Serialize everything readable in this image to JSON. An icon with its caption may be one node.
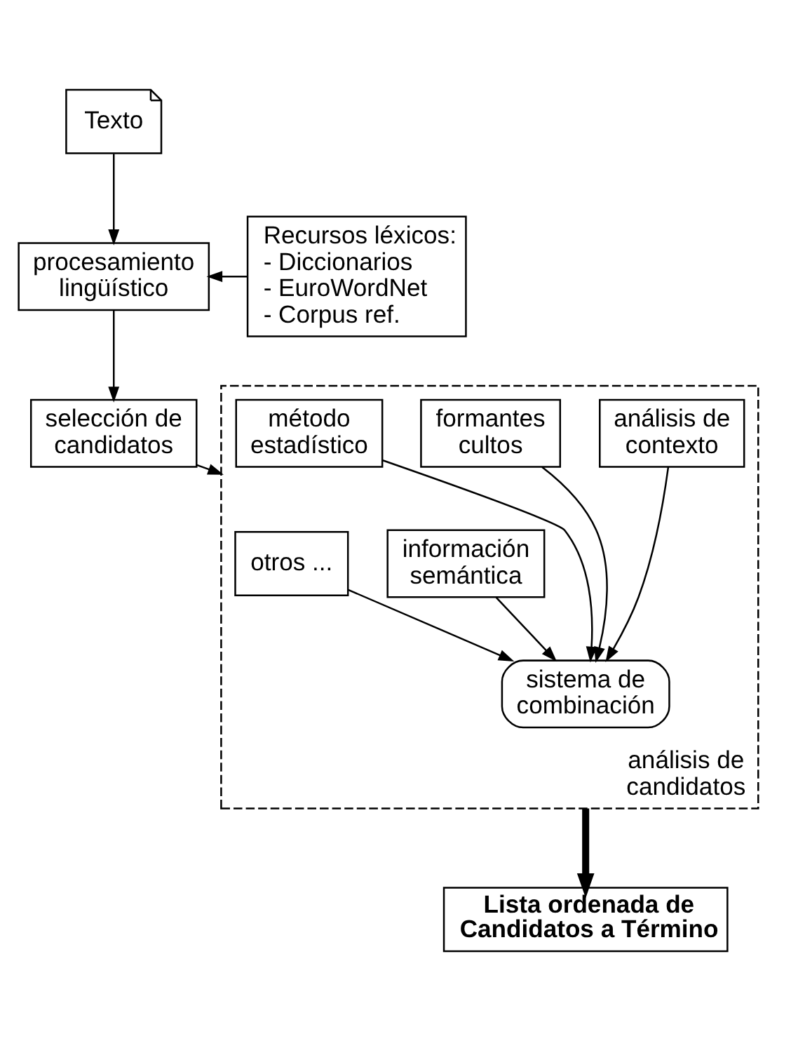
{
  "diagram": {
    "nodes": [
      {
        "text": [
          "Texto"
        ]
      },
      {
        "text": [
          "procesamiento lingüístico"
        ]
      },
      {
        "text": [
          "Recursos léxicos:",
          "- Diccionarios",
          "- EuroWordNet",
          "- Corpus ref."
        ]
      },
      {
        "text": [
          "selección de candidatos"
        ]
      },
      {
        "text": [
          "análisis de candidatos"
        ]
      },
      {
        "text": [
          "análisis de contexto"
        ],
        "in": 4
      },
      {
        "text": [
          "formantes cultos"
        ],
        "in": 4
      },
      {
        "text": [
          "método estadístico"
        ],
        "in": 4
      },
      {
        "text": [
          "información semántica"
        ],
        "in": 4
      },
      {
        "text": [
          "otros ..."
        ],
        "in": 4
      },
      {
        "text": [
          "sistema de combinación"
        ],
        "in": 4
      },
      {
        "text": [
          "Lista ordenada de Candidatos a Término"
        ]
      }
    ],
    "edges": [
      {
        "from": 0,
        "to": 1,
        "arrow": "to"
      },
      {
        "from": 2,
        "to": 1,
        "arrow": "to"
      },
      {
        "from": 1,
        "to": 3,
        "arrow": "to"
      },
      {
        "from": 3,
        "to": 4,
        "arrow": "to"
      },
      {
        "from": 5,
        "to": 10,
        "arrow": "to"
      },
      {
        "from": 6,
        "to": 10,
        "arrow": "to"
      },
      {
        "from": 7,
        "to": 10,
        "arrow": "to"
      },
      {
        "from": 8,
        "to": 10,
        "arrow": "to"
      },
      {
        "from": 9,
        "to": 10,
        "arrow": "to"
      },
      {
        "from": 4,
        "to": 11,
        "arrow": "to",
        "style": "thick"
      }
    ]
  }
}
